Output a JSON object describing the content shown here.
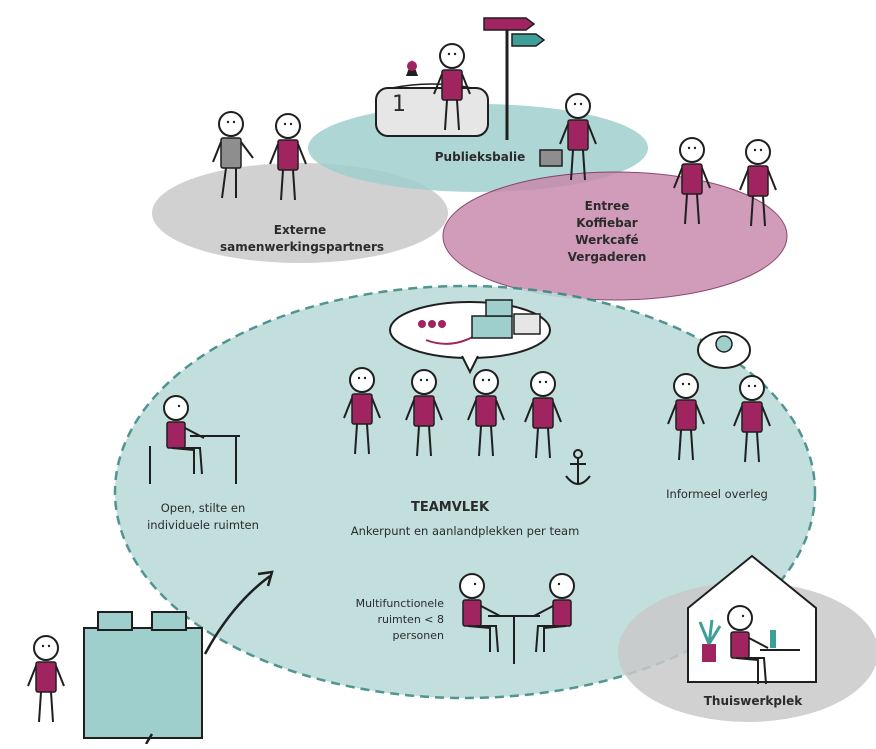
{
  "colors": {
    "magenta": "#a0245f",
    "teal": "#9fcfcc",
    "teal_light": "#bcdcda",
    "grey": "#c9c9c9",
    "pink": "#c98aae",
    "ink": "#1f1f1f"
  },
  "zones": {
    "publieksbalie": "Publieksbalie",
    "externe_line1": "Externe",
    "externe_line2": "samenwerkingspartners",
    "entree": [
      "Entree",
      "Koffiebar",
      "Werkcafé",
      "Vergaderen"
    ],
    "teamvlek_title": "TEAMVLEK",
    "teamvlek_sub": "Ankerpunt en aanlandplekken per team",
    "open_line1": "Open, stilte en",
    "open_line2": "individuele ruimten",
    "informeel": "Informeel overleg",
    "multi_line1": "Multifunctionele",
    "multi_line2": "ruimten < 8",
    "multi_line3": "personen",
    "thuiswerkplek": "Thuiswerkplek",
    "desk_number": "1"
  }
}
